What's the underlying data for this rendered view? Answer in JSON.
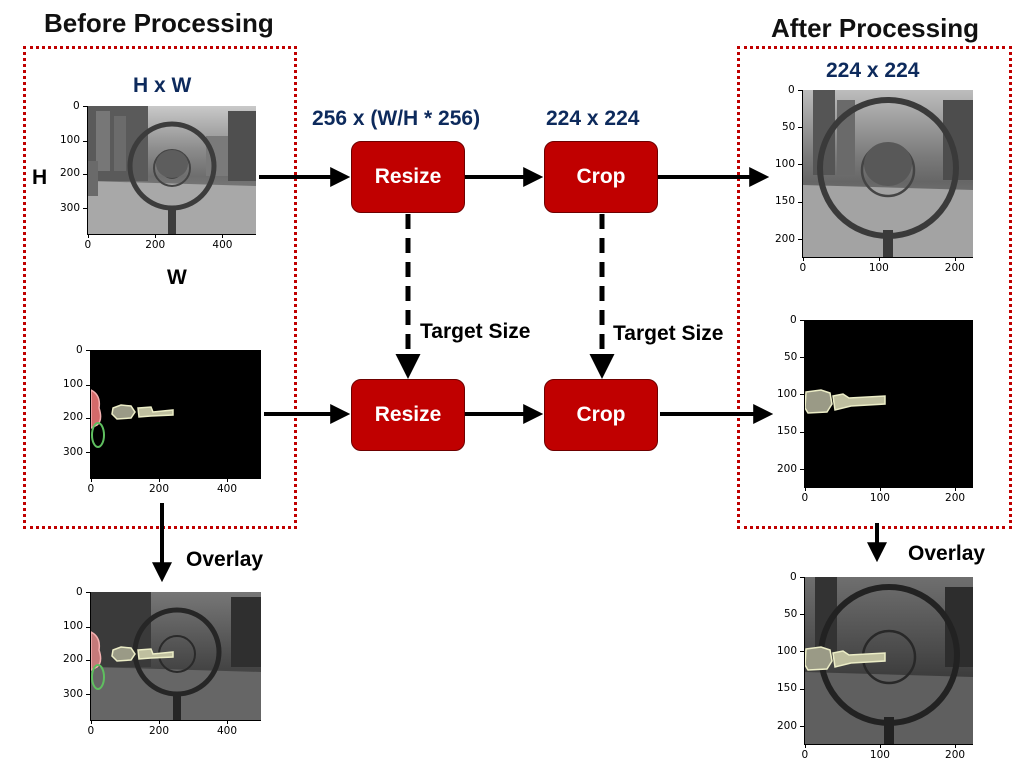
{
  "headings": {
    "before": "Before Processing",
    "after": "After Processing"
  },
  "dimensions": {
    "input": "H x W",
    "resize": "256 x (W/H * 256)",
    "crop": "224 x 224",
    "output": "224 x 224"
  },
  "axis_letters": {
    "height": "H",
    "width": "W"
  },
  "steps": {
    "resize": "Resize",
    "crop": "Crop"
  },
  "notes": {
    "target_size": "Target Size",
    "overlay": "Overlay"
  },
  "colors": {
    "process_box": "#c00000",
    "dotted_border": "#c00000",
    "dimension_text": "#0d2a5c",
    "mask_fill": "#d9d9b0",
    "mask_outline": "#f0f0c8"
  },
  "plots": {
    "before_image": {
      "xticks": [
        "0",
        "200",
        "400"
      ],
      "yticks": [
        "0",
        "100",
        "200",
        "300"
      ]
    },
    "before_mask": {
      "xticks": [
        "0",
        "200",
        "400"
      ],
      "yticks": [
        "0",
        "100",
        "200",
        "300"
      ]
    },
    "before_overlay": {
      "xticks": [
        "0",
        "200",
        "400"
      ],
      "yticks": [
        "0",
        "100",
        "200",
        "300"
      ]
    },
    "after_image": {
      "xticks": [
        "0",
        "100",
        "200"
      ],
      "yticks": [
        "0",
        "50",
        "100",
        "150",
        "200"
      ]
    },
    "after_mask": {
      "xticks": [
        "0",
        "100",
        "200"
      ],
      "yticks": [
        "0",
        "50",
        "100",
        "150",
        "200"
      ]
    },
    "after_overlay": {
      "xticks": [
        "0",
        "100",
        "200"
      ],
      "yticks": [
        "0",
        "50",
        "100",
        "150",
        "200"
      ]
    }
  }
}
